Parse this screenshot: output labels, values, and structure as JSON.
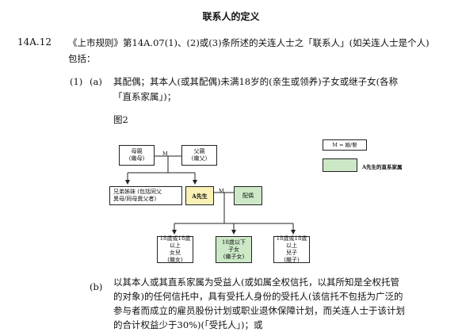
{
  "heading": "联系人的定义",
  "section": {
    "number": "14A.12",
    "text_line1": "《上市规则》第14A.07(1)、(2)或(3)条所述的关连人士之「联系人」(如关连人士是个人)",
    "text_line2": "包括："
  },
  "item1": {
    "num": "(1)",
    "letter": "(a)",
    "line1": "其配偶；其本人(或其配偶)未满18岁的(亲生或领养)子女或继子女(各称",
    "line2": "「直系家属」)；"
  },
  "figure": {
    "label": "图2",
    "legend": {
      "m_def": "M = 婚/娶",
      "family_label": "A先生的直系家属"
    },
    "marriage_mark": "M",
    "parents": {
      "mother": [
        "母親",
        "(繼母)"
      ],
      "father": [
        "父親",
        "(繼父)"
      ]
    },
    "siblings": [
      "兄弟姊妹 (包括同父",
      "異母/同母異父者)"
    ],
    "self": "A先生",
    "spouse": "配偶",
    "children": {
      "daughter": [
        "18歲或18歲以上",
        "女兒",
        "(繼女)"
      ],
      "minor": [
        "18歲以下",
        "子女",
        "(繼子女)"
      ],
      "son": [
        "18歲或18歲以上",
        "兒子",
        "(繼子)"
      ]
    }
  },
  "item_b": {
    "letter": "(b)",
    "line1": "以其本人或其直系家属为受益人(或如属全权信托，以其所知是全权托管",
    "line2": "的对象)的任何信托中，具有受托人身份的受托人(该信托不包括为广泛的",
    "line3": "参与者而成立的雇员股份计划或职业退休保障计划，而关连人士于该计划",
    "line4": "的合计权益少于30%)(「受托人」)；或"
  }
}
